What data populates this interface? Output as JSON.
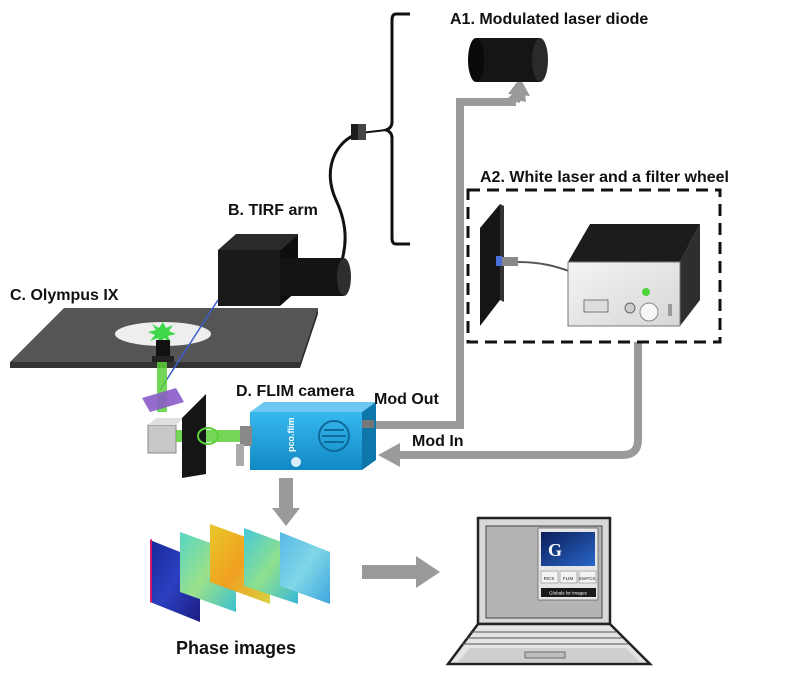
{
  "labels": {
    "a1": "A1. Modulated laser diode",
    "a2": "A2. White laser and a filter wheel",
    "b": "B. TIRF arm",
    "c": "C. Olympus IX",
    "d": "D. FLIM camera",
    "mod_out": "Mod Out",
    "mod_in": "Mod In",
    "phase": "Phase images"
  },
  "camera": {
    "brand": "pco.flim"
  },
  "laptop_screen": {
    "logo": "G",
    "buttons": [
      "RICS",
      "FLIM",
      "SimFCS"
    ],
    "caption": "Globals for Images"
  },
  "colors": {
    "camera_blue": "#1aa3e0",
    "beam_green": "#5ccf3a",
    "arrow_gray": "#9a9a9a",
    "dark_box": "#1c1c1c"
  }
}
